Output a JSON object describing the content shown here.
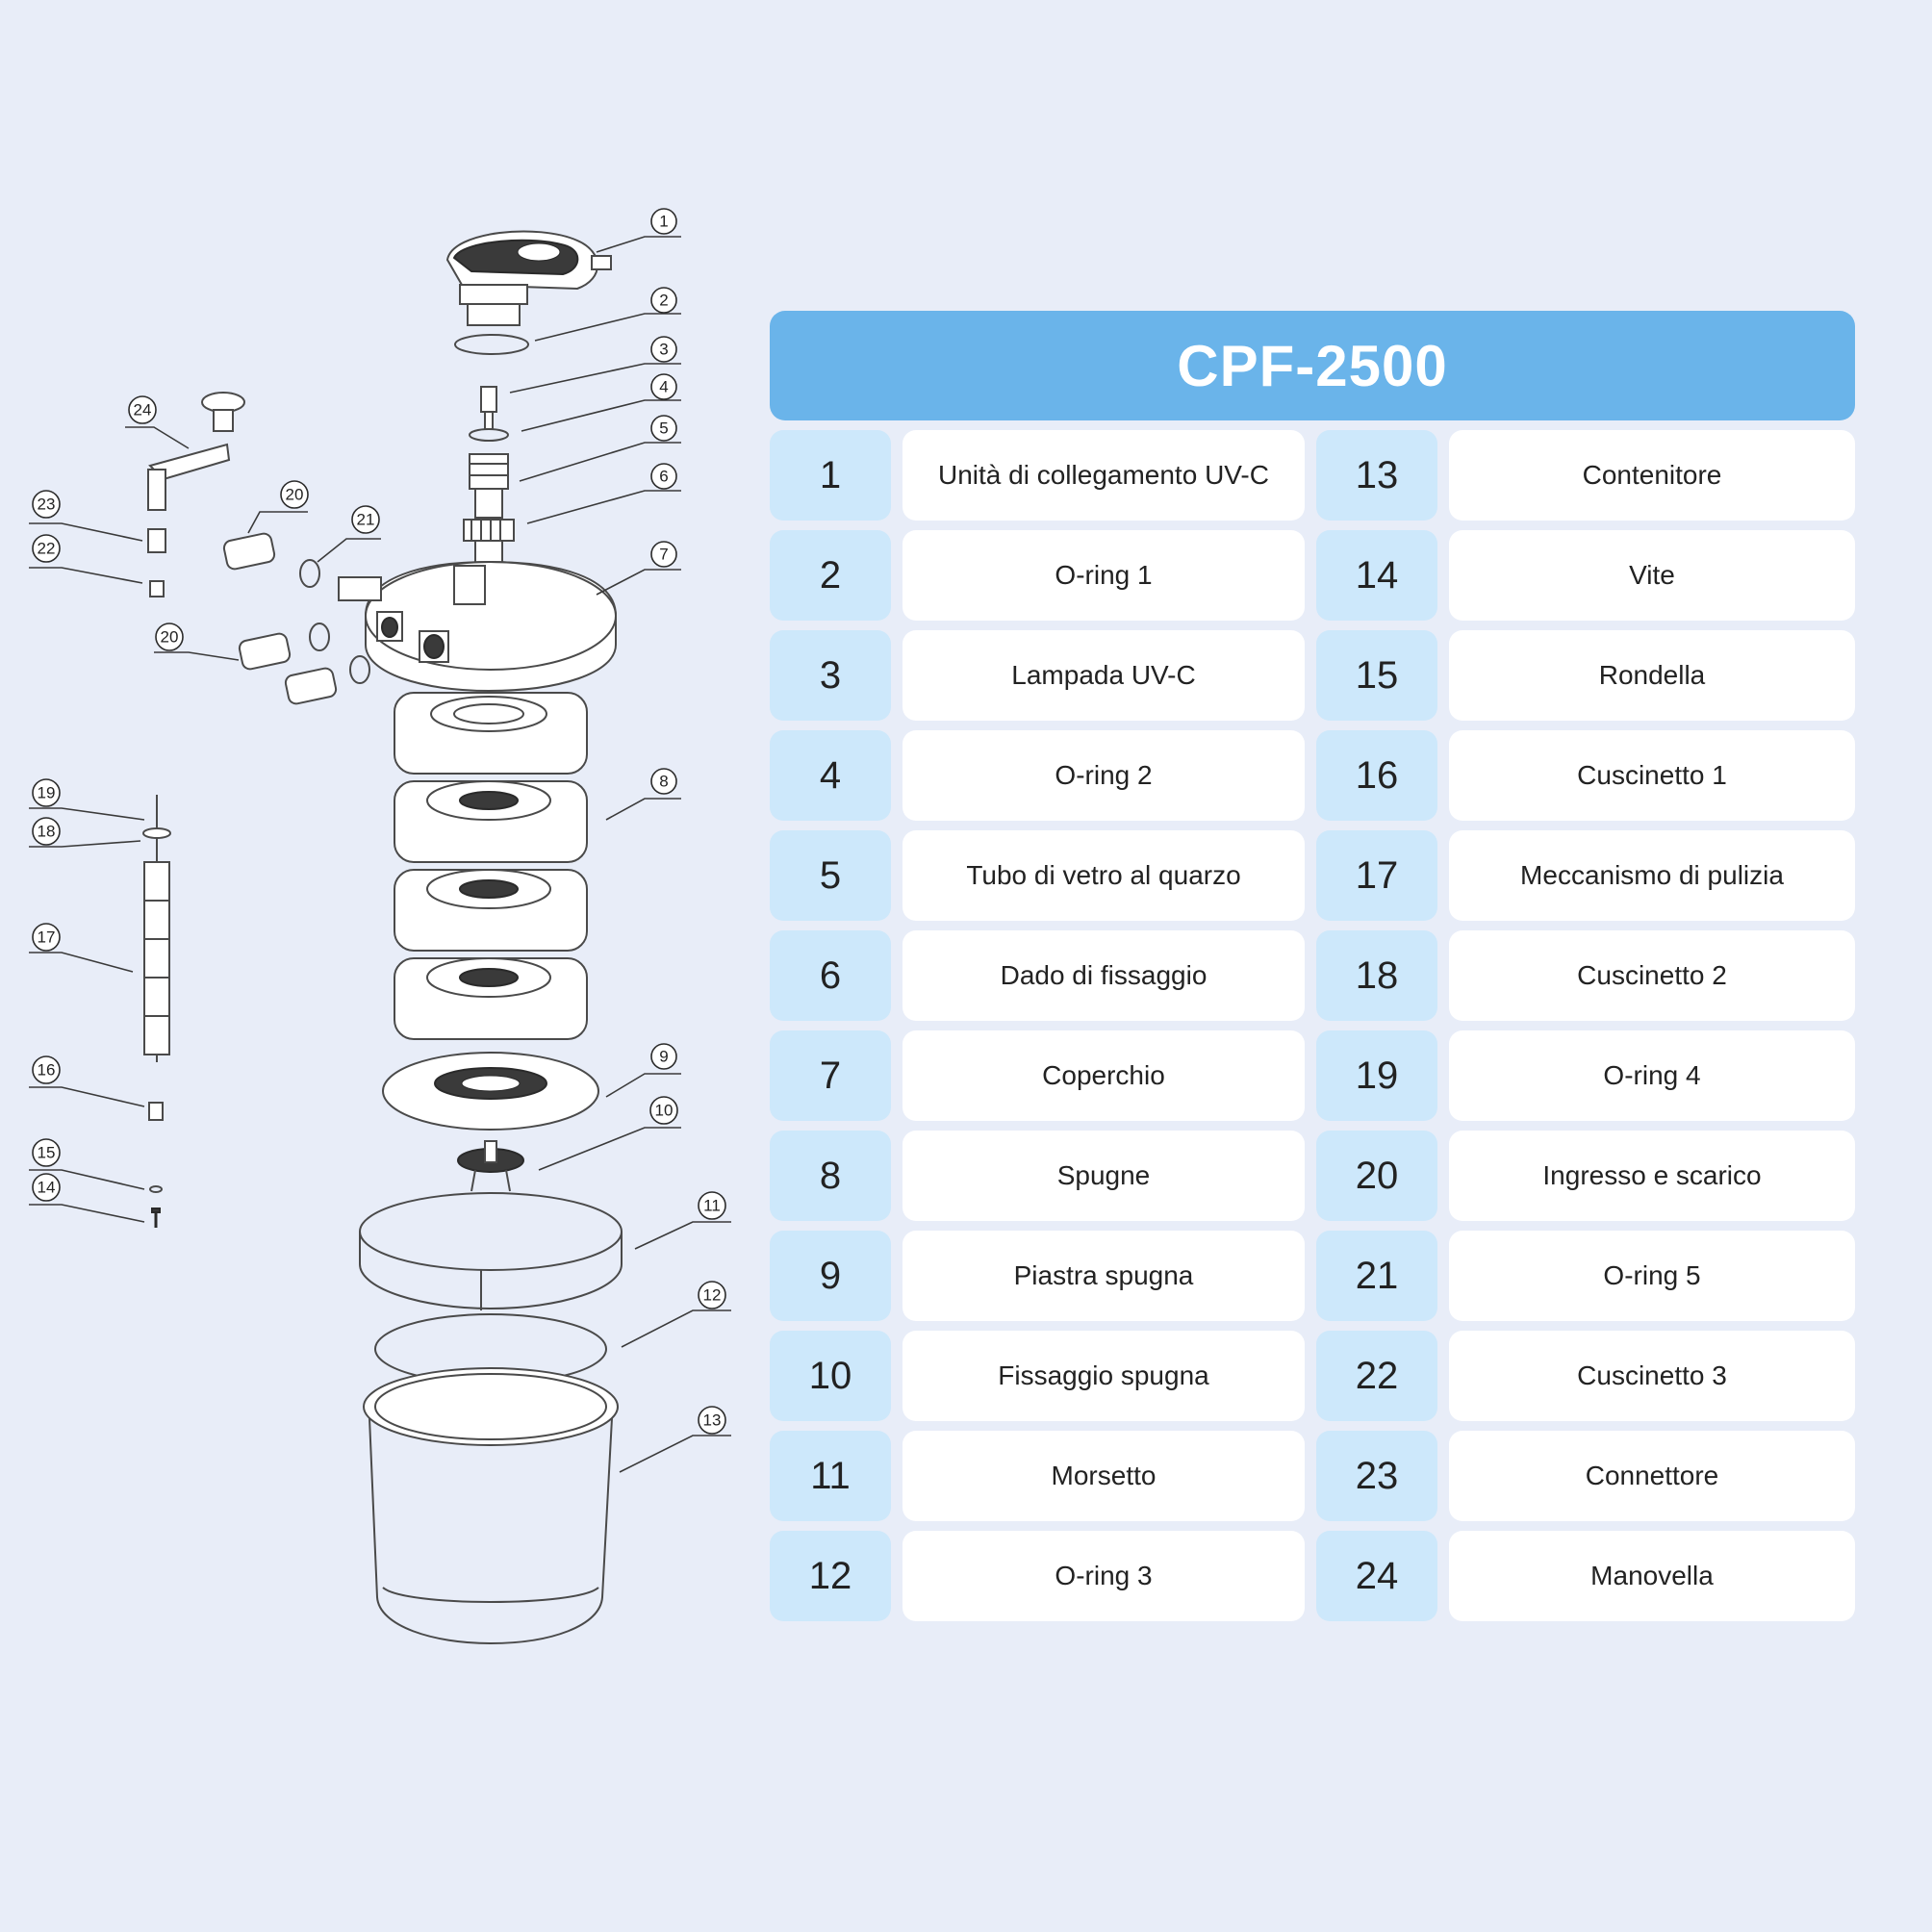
{
  "title": "CPF-2500",
  "callouts": [
    "1",
    "2",
    "3",
    "4",
    "5",
    "6",
    "7",
    "8",
    "9",
    "10",
    "11",
    "12",
    "13",
    "14",
    "15",
    "16",
    "17",
    "18",
    "19",
    "20",
    "20",
    "21",
    "22",
    "23",
    "24"
  ],
  "parts_left": [
    {
      "num": "1",
      "name": "Unità di collegamento UV-C"
    },
    {
      "num": "2",
      "name": "O-ring 1"
    },
    {
      "num": "3",
      "name": "Lampada UV-C"
    },
    {
      "num": "4",
      "name": "O-ring 2"
    },
    {
      "num": "5",
      "name": "Tubo di vetro al quarzo"
    },
    {
      "num": "6",
      "name": "Dado di fissaggio"
    },
    {
      "num": "7",
      "name": "Coperchio"
    },
    {
      "num": "8",
      "name": "Spugne"
    },
    {
      "num": "9",
      "name": "Piastra spugna"
    },
    {
      "num": "10",
      "name": "Fissaggio spugna"
    },
    {
      "num": "11",
      "name": "Morsetto"
    },
    {
      "num": "12",
      "name": "O-ring 3"
    }
  ],
  "parts_right": [
    {
      "num": "13",
      "name": "Contenitore"
    },
    {
      "num": "14",
      "name": "Vite"
    },
    {
      "num": "15",
      "name": "Rondella"
    },
    {
      "num": "16",
      "name": "Cuscinetto 1"
    },
    {
      "num": "17",
      "name": "Meccanismo di pulizia"
    },
    {
      "num": "18",
      "name": "Cuscinetto 2"
    },
    {
      "num": "19",
      "name": "O-ring 4"
    },
    {
      "num": "20",
      "name": "Ingresso e scarico"
    },
    {
      "num": "21",
      "name": "O-ring 5"
    },
    {
      "num": "22",
      "name": "Cuscinetto 3"
    },
    {
      "num": "23",
      "name": "Connettore"
    },
    {
      "num": "24",
      "name": "Manovella"
    }
  ],
  "colors": {
    "background": "#e8edf8",
    "header": "#6ab4ea",
    "number_cell": "#cde8fb",
    "name_cell": "#ffffff"
  }
}
